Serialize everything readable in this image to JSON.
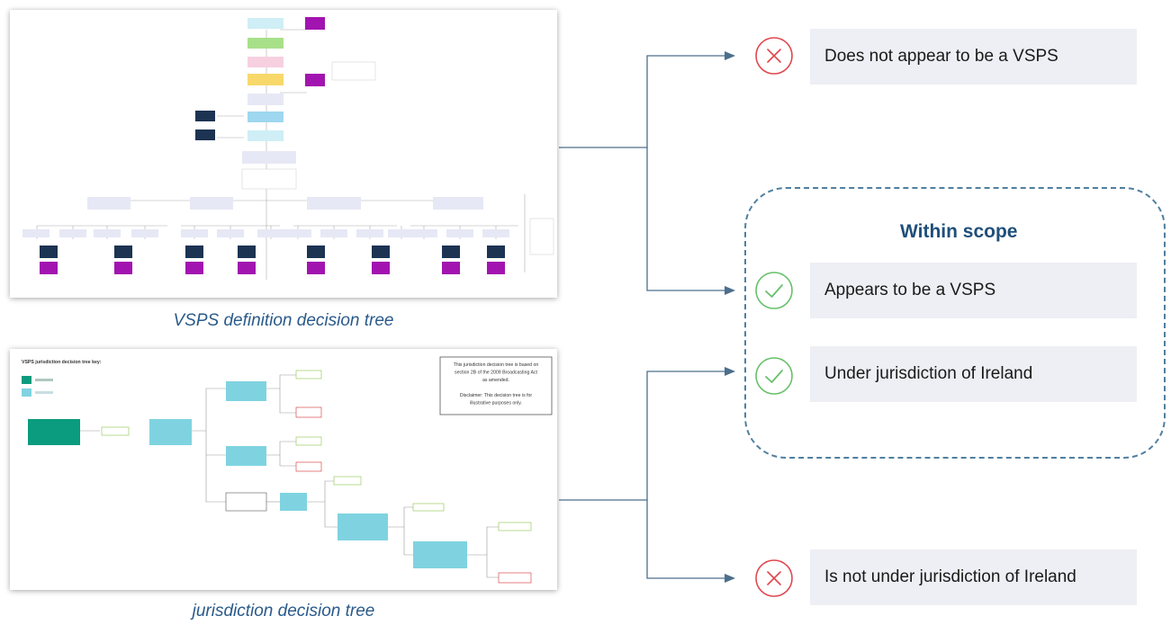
{
  "thumbnails": {
    "vsps_caption": "VSPS definition decision tree",
    "jurisdiction_caption": "jurisdiction decision tree",
    "jurisdiction_key_title": "VSPS jurisdiction decision tree key:",
    "jurisdiction_note": [
      "This jurisdiction decision tree is based on",
      "section 2B of the 2009 Broadcasting Act",
      "as amended.",
      "",
      "Disclaimer: This decision tree is for",
      "illustrative purposes only."
    ]
  },
  "outcomes": {
    "not_vsps": "Does not appear to be a VSPS",
    "within_scope_title": "Within scope",
    "is_vsps": "Appears to be a VSPS",
    "under_jurisdiction": "Under jurisdiction of Ireland",
    "not_under_jurisdiction": "Is not under jurisdiction of Ireland"
  },
  "colors": {
    "accent_red": "#e0474f",
    "accent_green": "#67c06b",
    "scope_border": "#4f7f9f",
    "scope_title": "#1f4f7a",
    "connector": "#4c6f8c",
    "result_bg": "#eeeff4",
    "tree_teal": "#7fd3e0",
    "tree_green": "#a8e08a",
    "tree_navy": "#1c3352",
    "tree_purple": "#a214b0",
    "tree_darkgreen": "#0b9b7e"
  },
  "icons": {
    "cross": "cross-circle-icon",
    "check": "check-circle-icon"
  }
}
